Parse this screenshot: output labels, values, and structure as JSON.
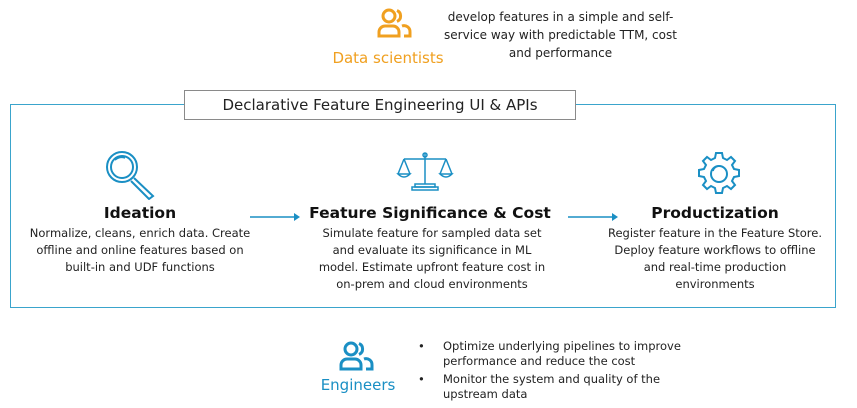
{
  "colors": {
    "accent_orange": "#f0a020",
    "accent_blue": "#1a8fc4",
    "border_blue": "#3aa4cc"
  },
  "top_persona": {
    "icon": "users-icon",
    "label": "Data scientists",
    "description": "develop features in a simple and self-service way with predictable TTM, cost and performance"
  },
  "main": {
    "title": "Declarative Feature Engineering UI & APIs",
    "stages": [
      {
        "icon": "magnifier-icon",
        "title": "Ideation",
        "description": "Normalize, cleans, enrich data. Create offline and online features based on built-in and UDF functions"
      },
      {
        "icon": "scales-icon",
        "title": "Feature Significance & Cost",
        "description": "Simulate feature for sampled data set and evaluate its significance in ML model. Estimate upfront feature cost in on-prem and cloud environments"
      },
      {
        "icon": "gear-icon",
        "title": "Productization",
        "description": "Register feature in the Feature Store. Deploy feature workflows to offline and real-time production environments"
      }
    ]
  },
  "bottom_persona": {
    "icon": "users-icon",
    "label": "Engineers",
    "bullets": [
      "Optimize underlying pipelines to improve performance and  reduce the cost",
      "Monitor the system and quality of the upstream data"
    ]
  }
}
